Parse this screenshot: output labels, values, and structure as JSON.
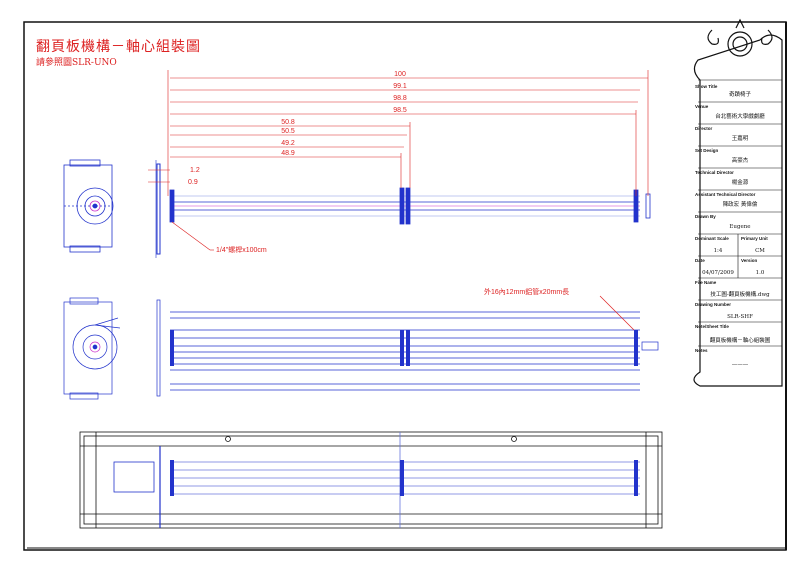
{
  "drawing": {
    "title": "翻頁板機構－軸心組裝圖",
    "subtitle": "請參照圖SLR-UNO"
  },
  "dimensions": {
    "overall": [
      "100",
      "99.1",
      "98.8",
      "98.5"
    ],
    "mid": [
      "50.8",
      "50.5",
      "49.2",
      "48.9"
    ],
    "small": [
      "1.2",
      "0.9"
    ],
    "rod_note": "1/4\"螺桿x100cm",
    "tube_note": "外16內12mm鋁管x20mm長"
  },
  "title_block": {
    "show_title_label": "Show Title",
    "show_title": "奇蹟椅子",
    "venue_label": "Venue",
    "venue": "台北藝術大學戲劇廳",
    "director_label": "Director",
    "director": "王嘉明",
    "set_design_label": "Set Design",
    "set_design": "高豪杰",
    "technical_director_label": "Technical Director",
    "technical_director": "楊金源",
    "assistant_td_label": "Assistant Technical Director",
    "assistant_td": "陳政宏 黃偉倫",
    "drawn_by_label": "Drawn By",
    "drawn_by": "Eugene",
    "scale_label": "Dominant Scale",
    "scale": "1:4",
    "unit_label": "Primary Unit",
    "unit": "CM",
    "date_label": "Date",
    "date": "04/07/2009",
    "version_label": "Version",
    "version": "1.0",
    "file_label": "File Name",
    "file_name": "技工圖-翻頁板機構.dwg",
    "drawing_number_label": "Drawing Number",
    "drawing_number": "SLR-SHF",
    "note_sheet_label": "Note/Sheet Title",
    "note_sheet": "翻頁板機構－軸心組裝圖",
    "notes_label": "Notes",
    "notes": "———"
  },
  "colors": {
    "dimension": "#dd2222",
    "geometry": "#2233cc",
    "frame": "#111111",
    "light_line": "#6677dd",
    "accent": "#cc33cc"
  }
}
